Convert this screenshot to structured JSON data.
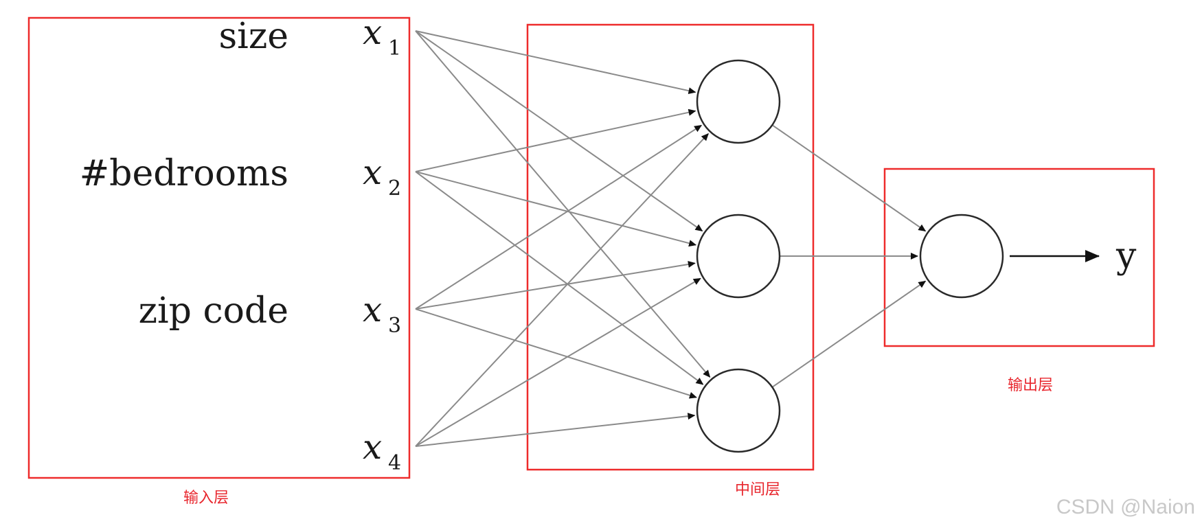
{
  "input_layer": {
    "features": [
      "size",
      "#bedrooms",
      "zip code",
      ""
    ],
    "variables": [
      {
        "base": "x",
        "sub": "1"
      },
      {
        "base": "x",
        "sub": "2"
      },
      {
        "base": "x",
        "sub": "3"
      },
      {
        "base": "x",
        "sub": "4"
      }
    ],
    "label": "输入层"
  },
  "hidden_layer": {
    "node_count": 3,
    "label": "中间层"
  },
  "output_layer": {
    "output_symbol": "y",
    "label": "输出层"
  },
  "watermark": "CSDN @Naion",
  "colors": {
    "box": "#ee2b2b",
    "label": "#e8262d",
    "edge": "#8a8a8a",
    "node_stroke": "#2a2a2a",
    "watermark": "#c8c8c8"
  }
}
